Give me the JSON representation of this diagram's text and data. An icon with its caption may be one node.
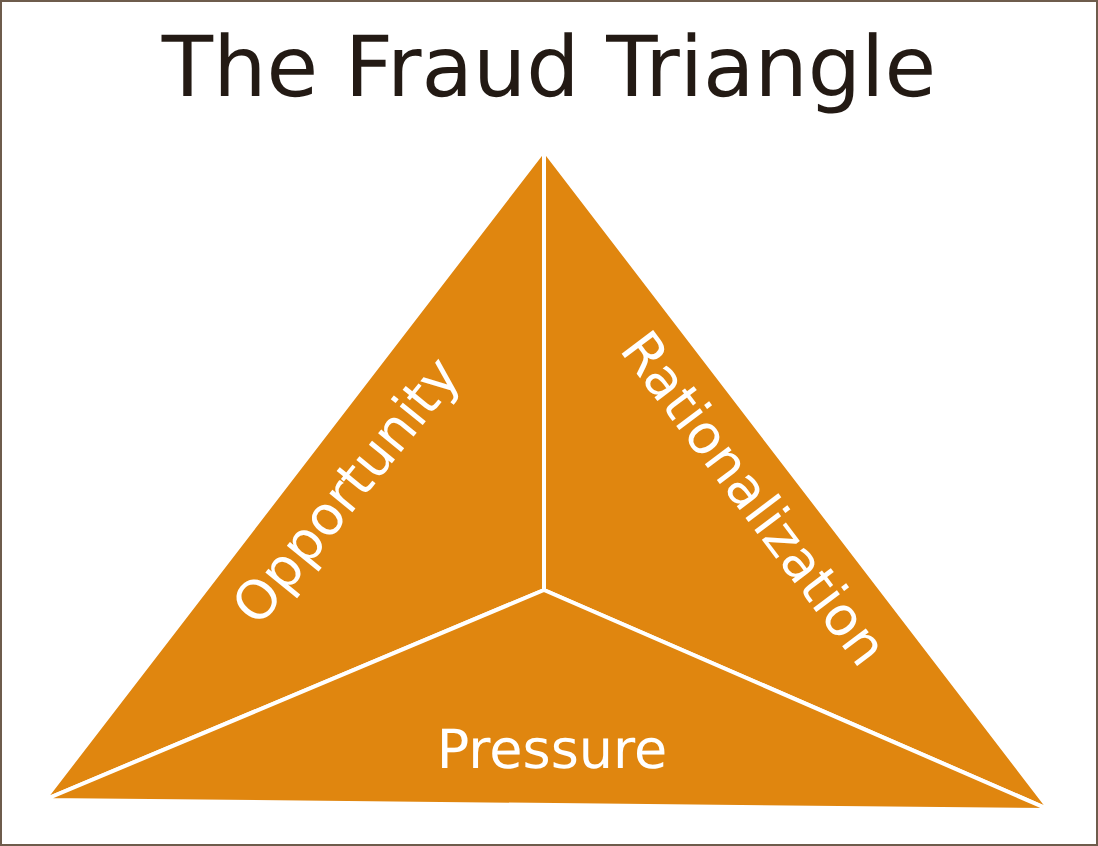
{
  "diagram": {
    "title": "The Fraud Triangle",
    "nodes": [
      {
        "text": [
          "Opportunity"
        ]
      },
      {
        "text": [
          "Rationalization"
        ]
      },
      {
        "text": [
          "Pressure"
        ]
      }
    ]
  }
}
